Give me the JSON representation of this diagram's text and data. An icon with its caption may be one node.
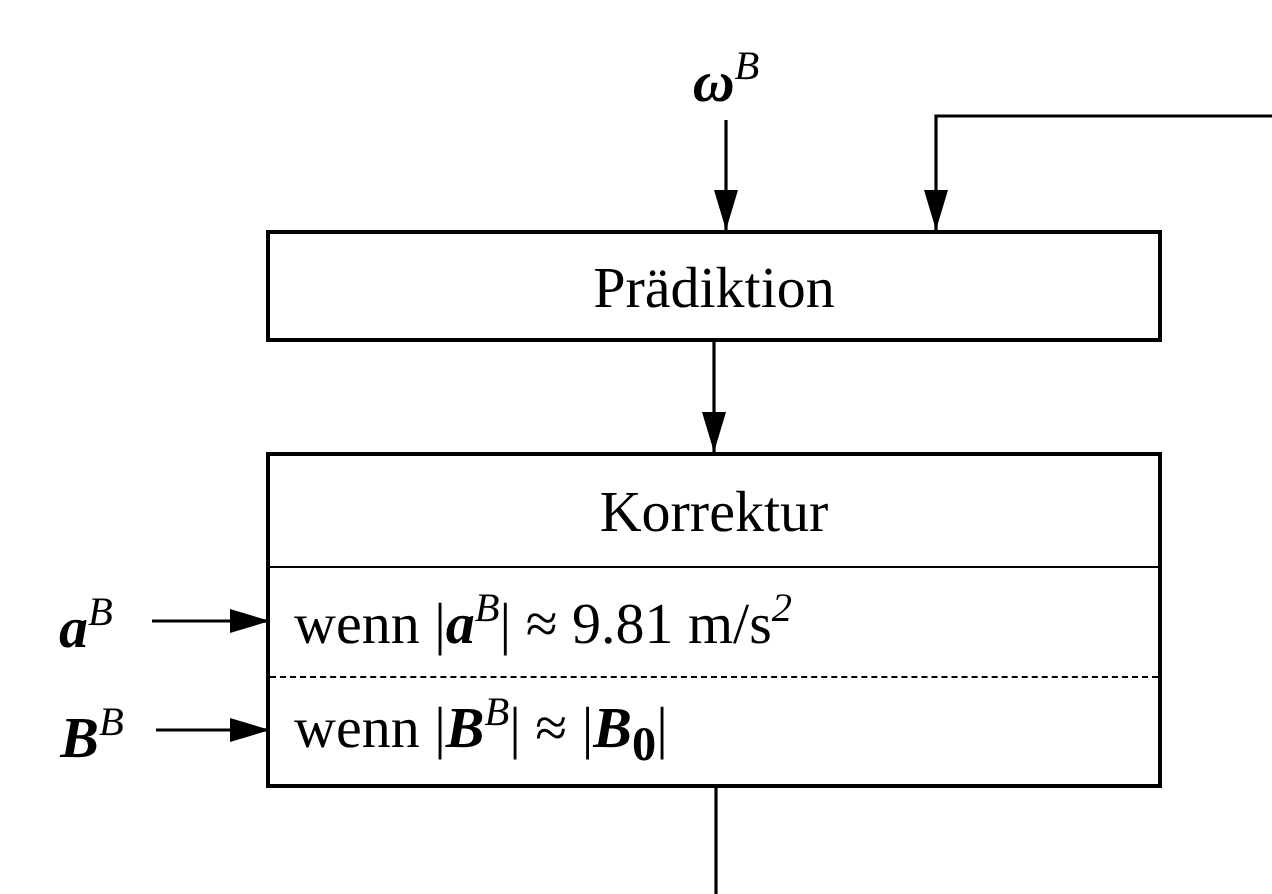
{
  "diagram": {
    "nodes": [
      {
        "text": [
          "**ω**$^{B}$"
        ]
      },
      {
        "text": [
          "Prädiktion"
        ]
      },
      {
        "text": [
          "Korrektur"
        ]
      },
      {
        "text": [
          "wenn |**a**$^{B}$| ≈ 9.81 m/s$^{2}$"
        ],
        "in": 2
      },
      {
        "text": [
          "wenn |**B**$^{B}$| ≈ |**B**$_{0}$|"
        ],
        "in": 2
      },
      {
        "text": [
          "**a**$^{B}$"
        ]
      },
      {
        "text": [
          "**B**$^{B}$"
        ]
      }
    ],
    "edges": [
      {
        "from": 0,
        "to": 1,
        "arrow": "to"
      },
      {
        "from": null,
        "to": 1,
        "arrow": "to"
      },
      {
        "from": 1,
        "to": 2,
        "arrow": "to"
      },
      {
        "from": 5,
        "to": 3,
        "arrow": "to"
      },
      {
        "from": 6,
        "to": 4,
        "arrow": "to"
      },
      {
        "from": 2,
        "to": null,
        "arrow": "none"
      }
    ]
  }
}
